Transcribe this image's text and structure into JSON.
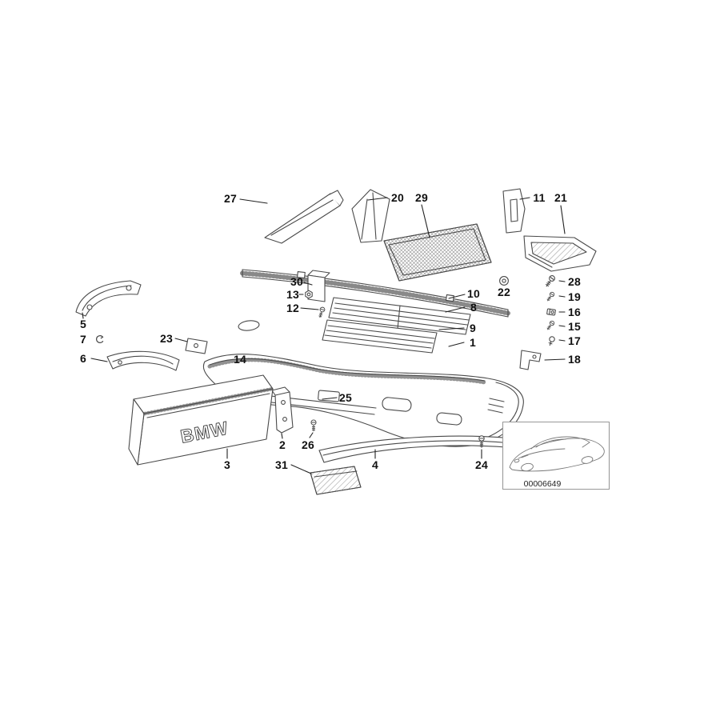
{
  "diagram": {
    "plate_id": "00006649",
    "brand_text": "BMW"
  },
  "colors": {
    "background": "#ffffff",
    "line_art": "#4a4a4a",
    "label_text": "#111111"
  },
  "callouts": {
    "c1": "1",
    "c2": "2",
    "c3": "3",
    "c4": "4",
    "c5": "5",
    "c6": "6",
    "c7": "7",
    "c8": "8",
    "c9": "9",
    "c10": "10",
    "c11": "11",
    "c12": "12",
    "c13": "13",
    "c14": "14",
    "c15": "15",
    "c16": "16",
    "c17": "17",
    "c18": "18",
    "c19": "19",
    "c20": "20",
    "c21": "21",
    "c22": "22",
    "c23": "23",
    "c24": "24",
    "c25": "25",
    "c26": "26",
    "c27": "27",
    "c28": "28",
    "c29": "29",
    "c30": "30",
    "c31": "31"
  }
}
